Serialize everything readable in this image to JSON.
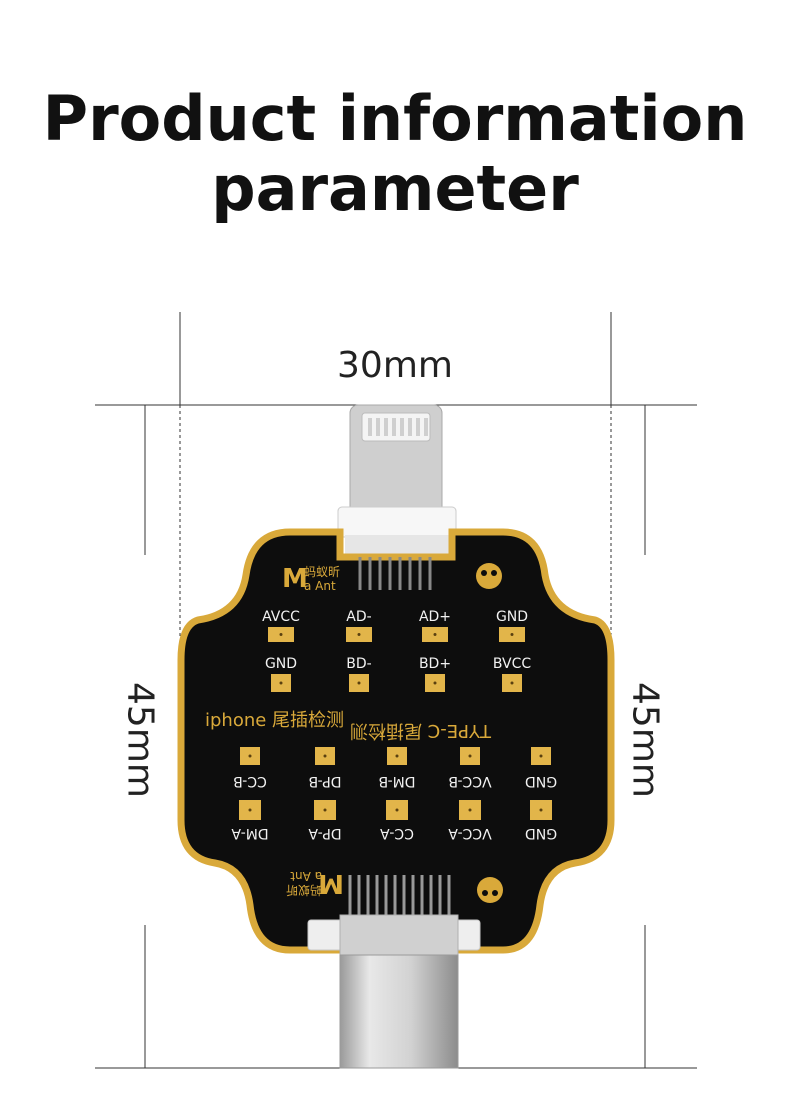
{
  "heading": {
    "line1": "Product information",
    "line2": "parameter"
  },
  "dimensions": {
    "width": "30mm",
    "height_left": "45mm",
    "height_right": "45mm"
  },
  "brand": {
    "logo_letter": "M",
    "logo_cn": "蚂蚁昕",
    "logo_en": "a Ant"
  },
  "board": {
    "top_row1": [
      "AVCC",
      "AD-",
      "AD+",
      "GND"
    ],
    "top_row2": [
      "GND",
      "BD-",
      "BD+",
      "BVCC"
    ],
    "center_left": "iphone 尾插检测",
    "center_right": "TYPE-C 尾插检测",
    "bottom_row1": [
      "CC-B",
      "DP-B",
      "DM-B",
      "VCC-B",
      "GND"
    ],
    "bottom_row2": [
      "DM-A",
      "DP-A",
      "CC-A",
      "VCC-A",
      "GND"
    ]
  },
  "colors": {
    "board": "#0d0d0d",
    "gold": "#d9a93a",
    "pad": "#e2b54a",
    "connector": "#c8c8c8"
  }
}
